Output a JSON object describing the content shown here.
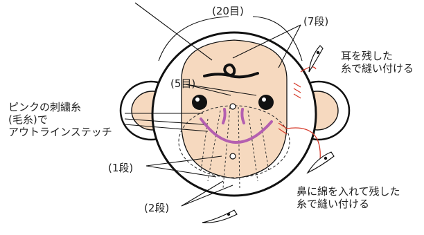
{
  "labels": {
    "rounds_20": "(20目)",
    "rows_7": "(7段)",
    "ear_note_1": "耳を残した",
    "ear_note_2": "糸で縫い付ける",
    "stitch_5": "(5目)",
    "embroidery_1": "ピンクの刺繍糸",
    "embroidery_2": "(毛糸)で",
    "embroidery_3": "アウトラインステッチ",
    "row_1": "(1段)",
    "row_2": "(2段)",
    "nose_note_1": "鼻に綿を入れて残した",
    "nose_note_2": "糸で縫い付ける"
  },
  "colors": {
    "outline": "#111111",
    "face_fill": "#f6d9bf",
    "ear_inner": "#f6d9bf",
    "mouth": "#b45fb0",
    "thread_red": "#d63a2a",
    "eye": "#111111"
  },
  "icons": [
    "needle-icon"
  ]
}
